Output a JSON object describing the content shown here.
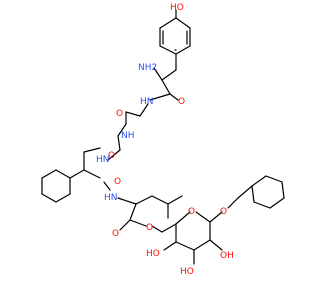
{
  "molecule": {
    "labels": {
      "hydroxyl_top": "HO",
      "amine": "NH2",
      "amide_n1": "HN",
      "amide_o1": "O",
      "amide_o2": "O",
      "amide_n2": "NH",
      "amide_o3": "O",
      "amide_n3": "HN",
      "amide_o4": "O",
      "amide_n4": "HN",
      "ester_o_carbonyl": "O",
      "ester_o": "O",
      "ring_o": "O",
      "glycoside_o": "O",
      "oh_left": "HO",
      "oh_mid": "HO",
      "oh_right": "OH"
    },
    "colors": {
      "oxygen": "#ff0d0d",
      "nitrogen": "#3050f8",
      "bond": "#000000"
    }
  }
}
